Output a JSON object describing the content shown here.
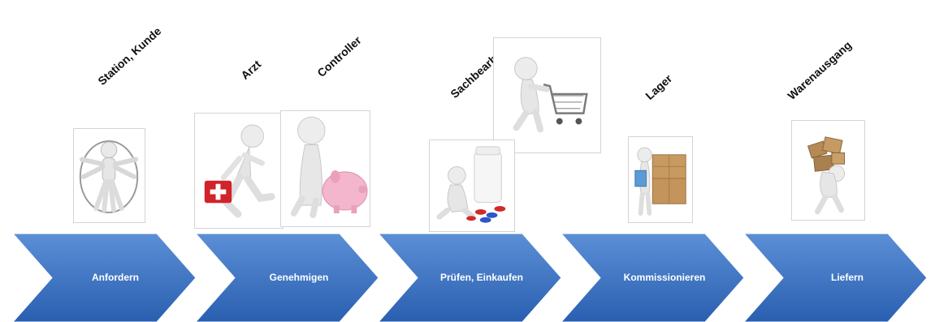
{
  "roles": {
    "station": "Station, Kunde",
    "arzt": "Arzt",
    "controller": "Controller",
    "sachbearbeiter": "Sachbearbeiter",
    "lager": "Lager",
    "warenausgang": "Warenausgang"
  },
  "steps": [
    {
      "label": "Anfordern"
    },
    {
      "label": "Genehmigen"
    },
    {
      "label": "Prüfen, Einkaufen"
    },
    {
      "label": "Kommissionieren"
    },
    {
      "label": "Liefern"
    }
  ],
  "colors": {
    "chevron_top": "#5b8fd6",
    "chevron_bottom": "#2a5fb0",
    "label_text": "#ffffff"
  },
  "icons": [
    "vitruvian-figure-icon",
    "first-aid-runner-icon",
    "piggy-bank-icon",
    "shopping-cart-runner-icon",
    "pills-bottle-icon",
    "boxes-clipboard-icon",
    "carrying-boxes-icon"
  ]
}
